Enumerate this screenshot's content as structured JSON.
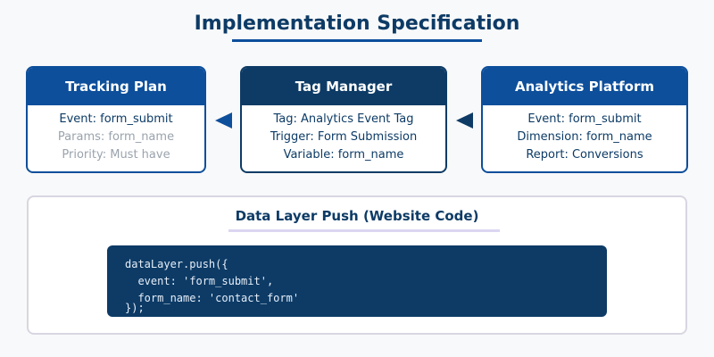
{
  "title": "Implementation Specification",
  "cards": {
    "tracking_plan": {
      "header": "Tracking Plan",
      "lines": [
        "Event: form_submit",
        "Params: form_name",
        "Priority: Must have"
      ]
    },
    "tag_manager": {
      "header": "Tag Manager",
      "lines": [
        "Tag: Analytics Event Tag",
        "Trigger: Form Submission",
        "Variable: form_name"
      ]
    },
    "analytics_platform": {
      "header": "Analytics Platform",
      "lines": [
        "Event: form_submit",
        "Dimension: form_name",
        "Report: Conversions"
      ]
    }
  },
  "data_layer": {
    "title": "Data Layer Push (Website Code)",
    "code_lines": [
      "dataLayer.push({",
      "  event: 'form_submit',",
      "  form_name: 'contact_form'",
      "});"
    ]
  },
  "colors": {
    "primary": "#0d4f9b",
    "dark": "#0d3b66",
    "muted_text": "#9aa3ad",
    "panel_border": "#d9d6e2",
    "panel_accent": "#dcd6f2",
    "background": "#f8f9fa"
  }
}
